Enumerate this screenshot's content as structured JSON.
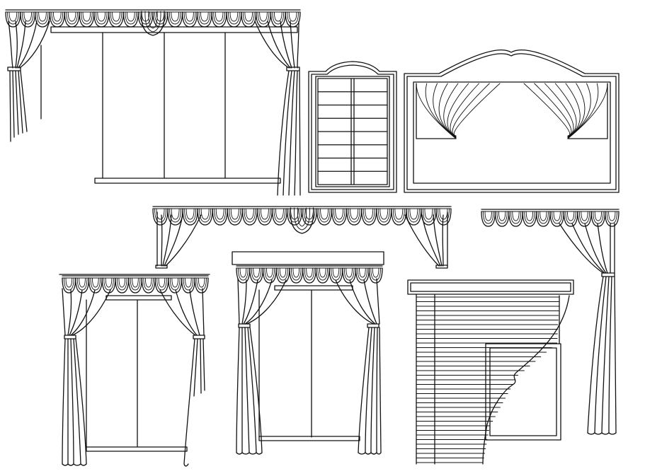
{
  "drawing": {
    "background": "#ffffff",
    "line_color": "#111111",
    "elements": [
      {
        "id": "drawing-1",
        "kind": "window-with-scalloped-valance-and-tied-drapes"
      },
      {
        "id": "drawing-2",
        "kind": "arched-panel-window"
      },
      {
        "id": "drawing-3",
        "kind": "arched-frame-with-swag-drapes"
      },
      {
        "id": "drawing-4",
        "kind": "scalloped-valance-with-drapes"
      },
      {
        "id": "drawing-5",
        "kind": "scalloped-valance-single-tied-drape"
      },
      {
        "id": "drawing-6",
        "kind": "window-with-valance-and-tied-drapes"
      },
      {
        "id": "drawing-7",
        "kind": "cornice-box-window-with-tied-drapes"
      },
      {
        "id": "drawing-8",
        "kind": "cornice-with-venetian-blind-and-window"
      }
    ]
  }
}
